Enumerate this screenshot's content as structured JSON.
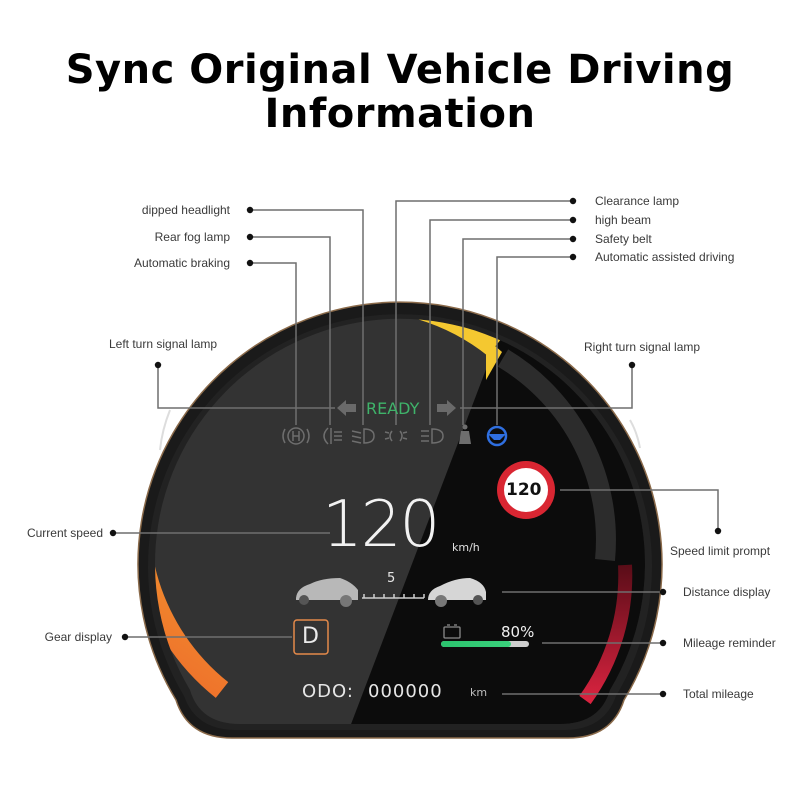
{
  "title": {
    "line1": "Sync Original Vehicle Driving",
    "line2": "Information"
  },
  "callouts": {
    "left": [
      {
        "id": "dipped-headlight",
        "label": "dipped headlight"
      },
      {
        "id": "rear-fog-lamp",
        "label": "Rear fog lamp"
      },
      {
        "id": "automatic-braking",
        "label": "Automatic braking"
      },
      {
        "id": "left-turn-signal-lamp",
        "label": "Left turn signal lamp"
      },
      {
        "id": "current-speed",
        "label": "Current speed"
      },
      {
        "id": "gear-display",
        "label": "Gear display"
      }
    ],
    "right": [
      {
        "id": "clearance-lamp",
        "label": "Clearance lamp"
      },
      {
        "id": "high-beam",
        "label": "high beam"
      },
      {
        "id": "safety-belt",
        "label": "Safety belt"
      },
      {
        "id": "automatic-assisted-driving",
        "label": "Automatic assisted driving"
      },
      {
        "id": "right-turn-signal-lamp",
        "label": "Right turn signal lamp"
      },
      {
        "id": "speed-limit-prompt",
        "label": "Speed limit prompt"
      },
      {
        "id": "distance-display",
        "label": "Distance display"
      },
      {
        "id": "mileage-reminder",
        "label": "Mileage reminder"
      },
      {
        "id": "total-mileage",
        "label": "Total mileage"
      }
    ]
  },
  "dashboard": {
    "status": "READY",
    "speed": "120",
    "speed_unit": "km/h",
    "speed_limit": "120",
    "distance": "5",
    "gear": "D",
    "battery_percent": "80%",
    "battery_fill": 80,
    "odo_label": "ODO:",
    "odo_value": "000000",
    "odo_unit": "km",
    "icons": [
      "automatic-braking-icon",
      "rear-fog-lamp-icon",
      "dipped-headlight-icon",
      "clearance-lamp-icon",
      "high-beam-icon",
      "safety-belt-icon",
      "assisted-driving-steering-wheel-icon"
    ],
    "colors": {
      "ready": "#3fb36a",
      "arc_yellow": "#f2c12e",
      "arc_orange": "#ef7a2e",
      "arc_red": "#d0203a",
      "assist_blue": "#2f6fe0",
      "speed_limit_red": "#d92632",
      "battery_green": "#2bc46e",
      "gear_border": "#e58a4a"
    }
  }
}
